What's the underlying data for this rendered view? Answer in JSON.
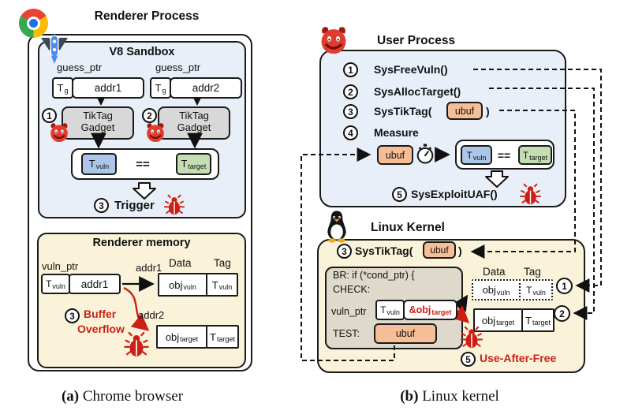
{
  "colors": {
    "panel_blue": "#E9EFF9",
    "panel_yellow": "#FBF3D9",
    "tag_orange": "#F5BE96",
    "tag_blue": "#ABC6E6",
    "tag_green": "#C5DDB2",
    "obj_pink": "#E2A39B",
    "gadget_gray": "#D8D8D8",
    "code_tan": "#DFD9CB",
    "accent_red": "#CC1F15",
    "border_dark": "#1A1A1A"
  },
  "shared": {
    "tags": {
      "t_g": {
        "base": "T",
        "sub": "g"
      },
      "t_vuln": {
        "base": "T",
        "sub": "vuln"
      },
      "t_target": {
        "base": "T",
        "sub": "target"
      },
      "obj_vuln": {
        "base": "obj",
        "sub": "vuln"
      },
      "obj_target": {
        "base": "obj",
        "sub": "target"
      },
      "amp_obj_target": {
        "base": "&obj",
        "sub": "target"
      }
    },
    "ubuf": "ubuf",
    "eq": "==",
    "data_header": "Data",
    "tag_header": "Tag"
  },
  "panel_a": {
    "title": "Renderer Process",
    "sandbox": {
      "title": "V8 Sandbox",
      "guess_ptr": "guess_ptr",
      "addr1": "addr1",
      "addr2": "addr2",
      "step1": "1",
      "step2": "2",
      "step3": "3",
      "gadget_line1": "TikTag",
      "gadget_line2": "Gadget",
      "trigger": "Trigger"
    },
    "memory": {
      "title": "Renderer memory",
      "vuln_ptr": "vuln_ptr",
      "addr1": "addr1",
      "addr1_label": "addr1",
      "addr2_label": "addr2",
      "step3": "3",
      "overflow_line1": "Buffer",
      "overflow_line2": "Overflow"
    },
    "caption": {
      "label": "(a)",
      "text": "Chrome browser"
    }
  },
  "panel_b": {
    "title": "User Process",
    "steps": [
      {
        "num": "1",
        "label": "SysFreeVuln()"
      },
      {
        "num": "2",
        "label": "SysAllocTarget()"
      },
      {
        "num": "3",
        "label": "SysTikTag(",
        "close": ")"
      },
      {
        "num": "4",
        "label": "Measure"
      }
    ],
    "step5": {
      "num": "5",
      "label": "SysExploitUAF()"
    },
    "kernel": {
      "title": "Linux Kernel",
      "step3": {
        "num": "3",
        "label": "SysTikTag(",
        "close": ")"
      },
      "code_line1": "BR: if (*cond_ptr) {",
      "code_line2": "CHECK:",
      "vuln_ptr": "vuln_ptr",
      "test_label": "TEST:",
      "marker1": "1",
      "marker2": "2",
      "step5": {
        "num": "5",
        "label": "Use-After-Free"
      }
    },
    "caption": {
      "label": "(b)",
      "text": "Linux kernel"
    }
  }
}
